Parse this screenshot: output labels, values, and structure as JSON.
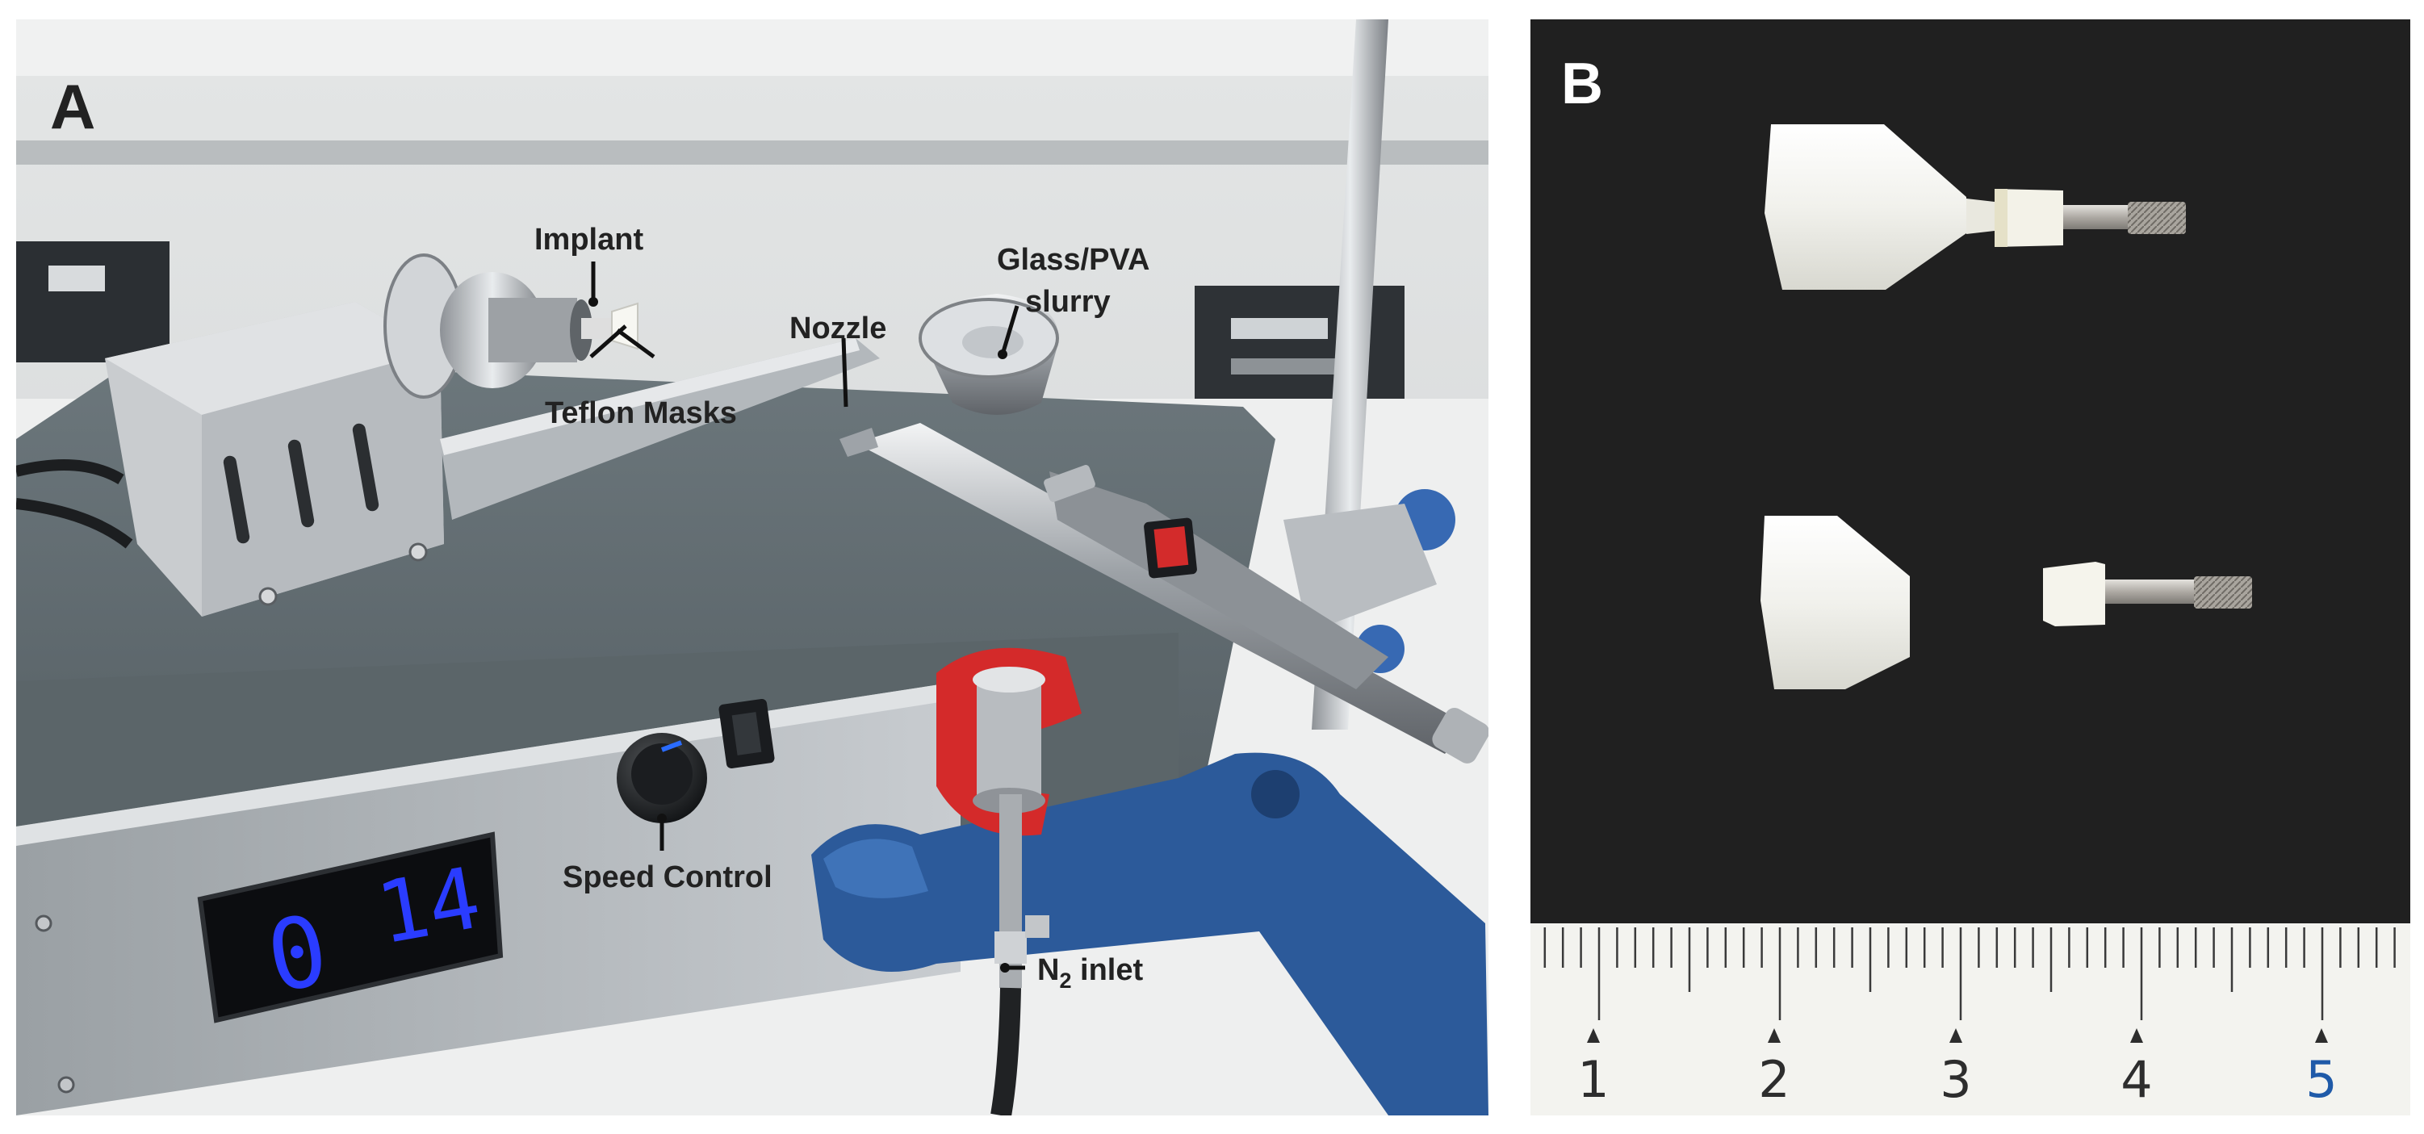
{
  "figure": {
    "panels": [
      {
        "label": "A",
        "annotations": {
          "implant": "Implant",
          "teflon_masks": "Teflon Masks",
          "nozzle": "Nozzle",
          "slurry_line1": "Glass/PVA",
          "slurry_line2": "slurry",
          "speed_control": "Speed Control",
          "n2_main": "N",
          "n2_sub": "2",
          "n2_rest": " inlet"
        },
        "display": {
          "left_digit": "0",
          "right_digits": "14"
        }
      },
      {
        "label": "B",
        "ruler": {
          "numbers": [
            "1",
            "2",
            "3",
            "4",
            "5"
          ]
        }
      }
    ],
    "colors": {
      "label_text": "#222222",
      "display_digits": "#2a3cff",
      "red_clamp": "#d42a2a",
      "blue_stand": "#2c5a9a",
      "specimen_white": "#f4f4ef",
      "board_black": "#1e1e1e"
    }
  }
}
